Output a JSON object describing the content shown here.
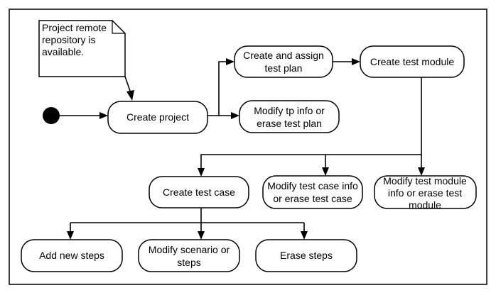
{
  "note": {
    "lines": [
      "Project remote",
      "repository is",
      "available."
    ]
  },
  "nodes": {
    "create_project": {
      "lines": [
        "Create project"
      ]
    },
    "create_assign_test_plan": {
      "lines": [
        "Create and assign",
        "test plan"
      ]
    },
    "create_test_module": {
      "lines": [
        "Create test module"
      ]
    },
    "modify_test_plan": {
      "lines": [
        "Modify tp info or",
        "erase test plan"
      ]
    },
    "create_test_case": {
      "lines": [
        "Create test case"
      ]
    },
    "modify_test_case": {
      "lines": [
        "Modify test case info",
        "or erase test case"
      ]
    },
    "modify_test_module": {
      "lines": [
        "Modify test module",
        "info or erase test",
        "module"
      ]
    },
    "add_new_steps": {
      "lines": [
        "Add new steps"
      ]
    },
    "modify_scenario": {
      "lines": [
        "Modify scenario or",
        "steps"
      ]
    },
    "erase_steps": {
      "lines": [
        "Erase steps"
      ]
    }
  },
  "colors": {
    "stroke": "#000000",
    "fill": "#ffffff",
    "initial_node": "#000000"
  }
}
